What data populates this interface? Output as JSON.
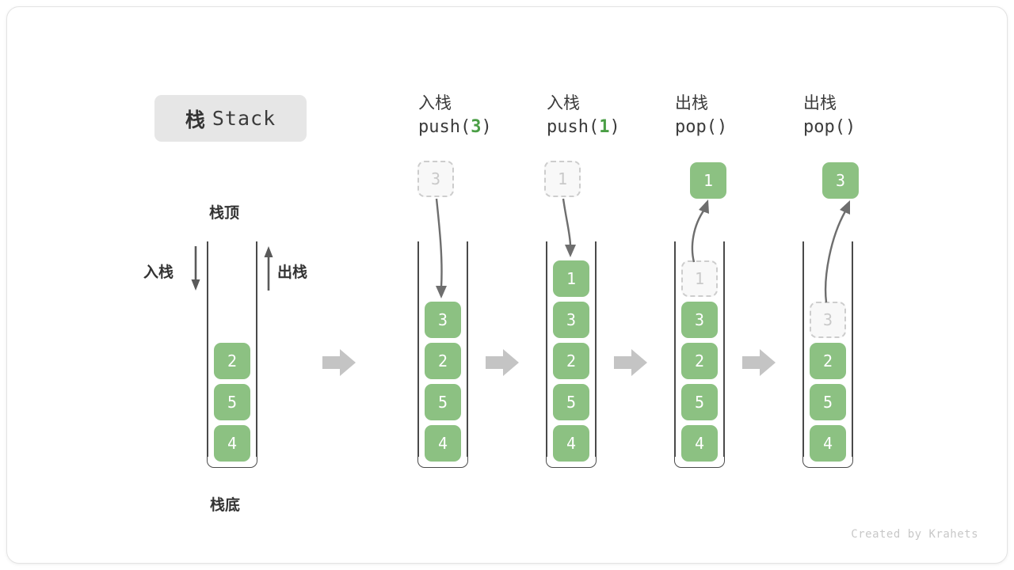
{
  "title": {
    "cn": "栈",
    "en": "Stack"
  },
  "labels": {
    "top": "栈顶",
    "bottom": "栈底",
    "push": "入栈",
    "pop": "出栈"
  },
  "credit": "Created by Krahets",
  "colors": {
    "cell_green": "#8cc182",
    "accent_green": "#4a9e45",
    "ghost_fill": "#f8f8f8",
    "ghost_border": "#cdcdcd",
    "wall": "#4a4a4a",
    "arrow_gray": "#666666",
    "sep_arrow_gray": "#c4c4c4",
    "badge_bg": "#e6e6e6",
    "text_dark": "#333333"
  },
  "columns": [
    {
      "id": "initial",
      "header_cn": "",
      "header_code_prefix": "",
      "header_code_arg": "",
      "header_code_suffix": "",
      "cells": [
        "2",
        "5",
        "4"
      ],
      "ghost_index": -1,
      "floating": null
    },
    {
      "id": "push-3",
      "header_cn": "入栈",
      "header_code_prefix": "push(",
      "header_code_arg": "3",
      "header_code_suffix": ")",
      "cells": [
        "3",
        "2",
        "5",
        "4"
      ],
      "ghost_index": -1,
      "floating": {
        "value": "3",
        "style": "ghost",
        "direction": "down"
      }
    },
    {
      "id": "push-1",
      "header_cn": "入栈",
      "header_code_prefix": "push(",
      "header_code_arg": "1",
      "header_code_suffix": ")",
      "cells": [
        "1",
        "3",
        "2",
        "5",
        "4"
      ],
      "ghost_index": -1,
      "floating": {
        "value": "1",
        "style": "ghost",
        "direction": "down"
      }
    },
    {
      "id": "pop-1",
      "header_cn": "出栈",
      "header_code_prefix": "pop(",
      "header_code_arg": "",
      "header_code_suffix": ")",
      "cells": [
        "1",
        "3",
        "2",
        "5",
        "4"
      ],
      "ghost_index": 0,
      "floating": {
        "value": "1",
        "style": "solid",
        "direction": "up"
      }
    },
    {
      "id": "pop-3",
      "header_cn": "出栈",
      "header_code_prefix": "pop(",
      "header_code_arg": "",
      "header_code_suffix": ")",
      "cells": [
        "3",
        "2",
        "5",
        "4"
      ],
      "ghost_index": 0,
      "floating": {
        "value": "3",
        "style": "solid",
        "direction": "up"
      }
    }
  ]
}
